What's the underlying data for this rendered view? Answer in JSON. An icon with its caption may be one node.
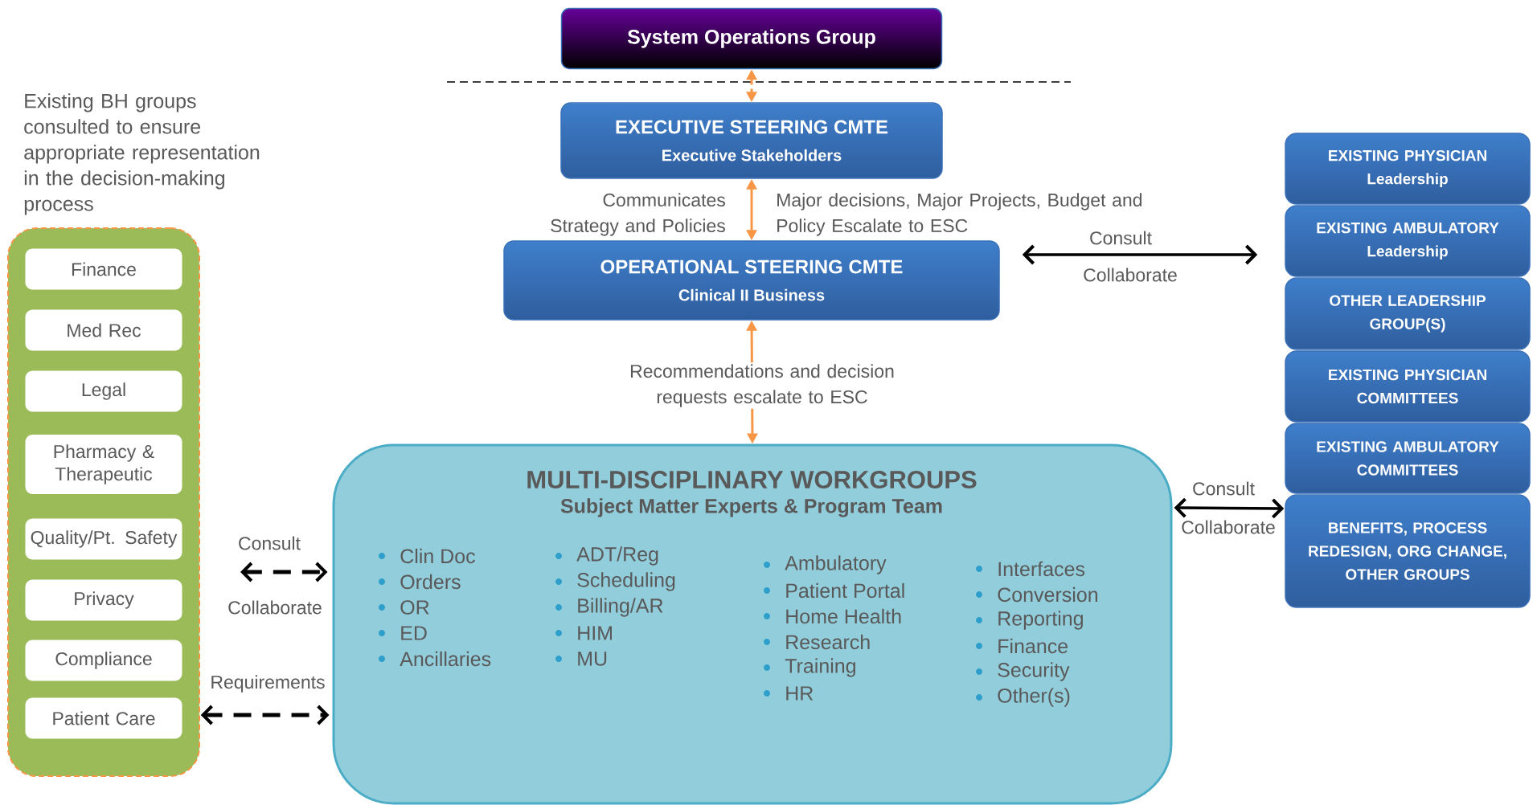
{
  "diagram": {
    "nodes": [
      {
        "text": [
          "System Operations Group"
        ]
      },
      {
        "text": [
          "EXECUTIVE STEERING CMTE",
          "Executive Stakeholders"
        ]
      },
      {
        "text": [
          "OPERATIONAL STEERING CMTE",
          "Clinical II Business"
        ]
      },
      {
        "text": [
          "Existing BH groups consulted to ensure appropriate representation in the decision-making process"
        ]
      },
      {
        "text": [
          "Finance"
        ],
        "in": 3
      },
      {
        "text": [
          "Med Rec"
        ],
        "in": 3
      },
      {
        "text": [
          "Legal"
        ],
        "in": 3
      },
      {
        "text": [
          "Pharmacy & Therapeutic"
        ],
        "in": 3
      },
      {
        "text": [
          "Quality/Pt. Safety"
        ],
        "in": 3
      },
      {
        "text": [
          "Privacy"
        ],
        "in": 3
      },
      {
        "text": [
          "Compliance"
        ],
        "in": 3
      },
      {
        "text": [
          "Patient Care"
        ],
        "in": 3
      },
      {
        "text": [
          "MULTI-DISCIPLINARY WORKGROUPS",
          "Subject Matter Experts & Program Team",
          "Clin Doc",
          "Orders",
          "OR",
          "ED",
          "Ancillaries",
          "ADT/Reg",
          "Scheduling",
          "Billing/AR",
          "HIM",
          "MU",
          "Ambulatory",
          "Patient Portal",
          "Home Health",
          "Research",
          "Training",
          "HR",
          "Interfaces",
          "Conversion",
          "Reporting",
          "Finance",
          "Security",
          "Other(s)"
        ]
      },
      {
        "text": [
          "EXISTING PHYSICIAN Leadership"
        ]
      },
      {
        "text": [
          "EXISTING AMBULATORY Leadership"
        ]
      },
      {
        "text": [
          "OTHER LEADERSHIP GROUP(S)"
        ]
      },
      {
        "text": [
          "EXISTING PHYSICIAN COMMITTEES"
        ]
      },
      {
        "text": [
          "EXISTING AMBULATORY COMMITTEES"
        ]
      },
      {
        "text": [
          "BENEFITS, PROCESS REDESIGN, ORG CHANGE, OTHER GROUPS"
        ]
      }
    ],
    "edges": [
      {
        "from": 0,
        "to": 1,
        "arrow": "both",
        "style": "dashed",
        "color": "#f79646"
      },
      {
        "from": 1,
        "to": 2,
        "arrow": "both",
        "color": "#f79646"
      },
      {
        "from": 2,
        "to": 12,
        "arrow": "both",
        "color": "#f79646",
        "label": "Recommendations and decision requests escalate to ESC"
      },
      {
        "from": 2,
        "to": 14,
        "arrow": "both"
      },
      {
        "from": 12,
        "to": 18,
        "arrow": "both"
      },
      {
        "from": 3,
        "to": 12,
        "arrow": "both",
        "style": "dashed"
      },
      {
        "from": 11,
        "to": 12,
        "arrow": "both",
        "style": "dashed"
      }
    ],
    "labels": [
      "Communicates Strategy and Policies",
      "Major decisions, Major Projects, Budget and Policy Escalate to ESC",
      "Consult",
      "Collaborate",
      "Consult",
      "Collaborate",
      "Consult",
      "Collaborate",
      "Requirements"
    ]
  }
}
